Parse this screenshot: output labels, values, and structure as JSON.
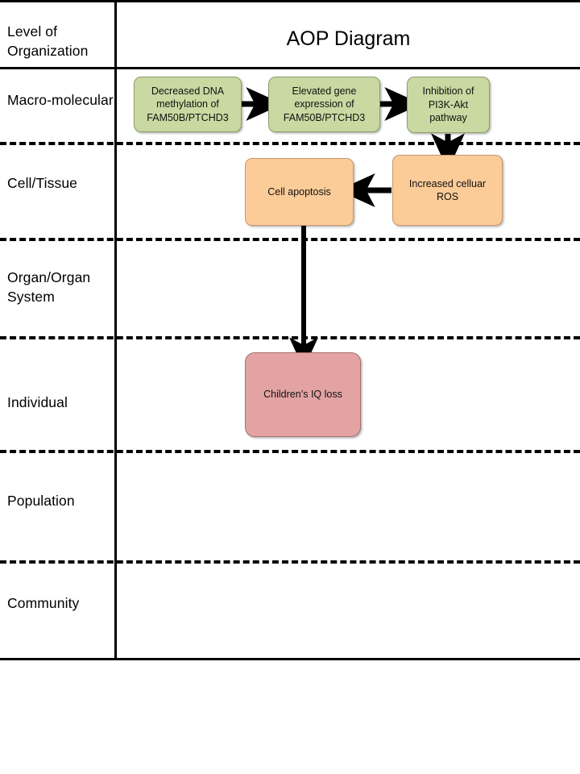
{
  "diagram": {
    "title": "AOP Diagram",
    "header_label": "Level of Organization",
    "rows": [
      {
        "label": "Macro-molecular"
      },
      {
        "label": "Cell/Tissue"
      },
      {
        "label": "Organ/Organ System"
      },
      {
        "label": "Individual"
      },
      {
        "label": "Population"
      },
      {
        "label": "Community"
      }
    ],
    "nodes": [
      {
        "id": "decreased-dna-methylation",
        "text": "Decreased DNA methylation of FAM50B/PTCHD3",
        "level": "Macro-molecular",
        "color": "#c9d9a1"
      },
      {
        "id": "elevated-gene-expression",
        "text": "Elevated gene expression of FAM50B/PTCHD3",
        "level": "Macro-molecular",
        "color": "#c9d9a1"
      },
      {
        "id": "inhibition-pi3k-akt",
        "text": "Inhibition of PI3K-Akt pathway",
        "level": "Macro-molecular",
        "color": "#c9d9a1"
      },
      {
        "id": "increased-cellular-ros",
        "text": "Increased celluar ROS",
        "level": "Cell/Tissue",
        "color": "#fbcb98"
      },
      {
        "id": "cell-apoptosis",
        "text": "Cell apoptosis",
        "level": "Cell/Tissue",
        "color": "#fbcb98"
      },
      {
        "id": "childrens-iq-loss",
        "text": "Children’s IQ loss",
        "level": "Individual",
        "color": "#e3a3a3"
      }
    ],
    "edges": [
      {
        "from": "decreased-dna-methylation",
        "to": "elevated-gene-expression",
        "direction": "right"
      },
      {
        "from": "elevated-gene-expression",
        "to": "inhibition-pi3k-akt",
        "direction": "right"
      },
      {
        "from": "inhibition-pi3k-akt",
        "to": "increased-cellular-ros",
        "direction": "down"
      },
      {
        "from": "increased-cellular-ros",
        "to": "cell-apoptosis",
        "direction": "left"
      },
      {
        "from": "cell-apoptosis",
        "to": "childrens-iq-loss",
        "direction": "down"
      }
    ],
    "colors": {
      "macromolecular_node": "#c9d9a1",
      "cell_tissue_node": "#fbcb98",
      "individual_node": "#e3a3a3",
      "line": "#000000",
      "background": "#ffffff"
    }
  }
}
